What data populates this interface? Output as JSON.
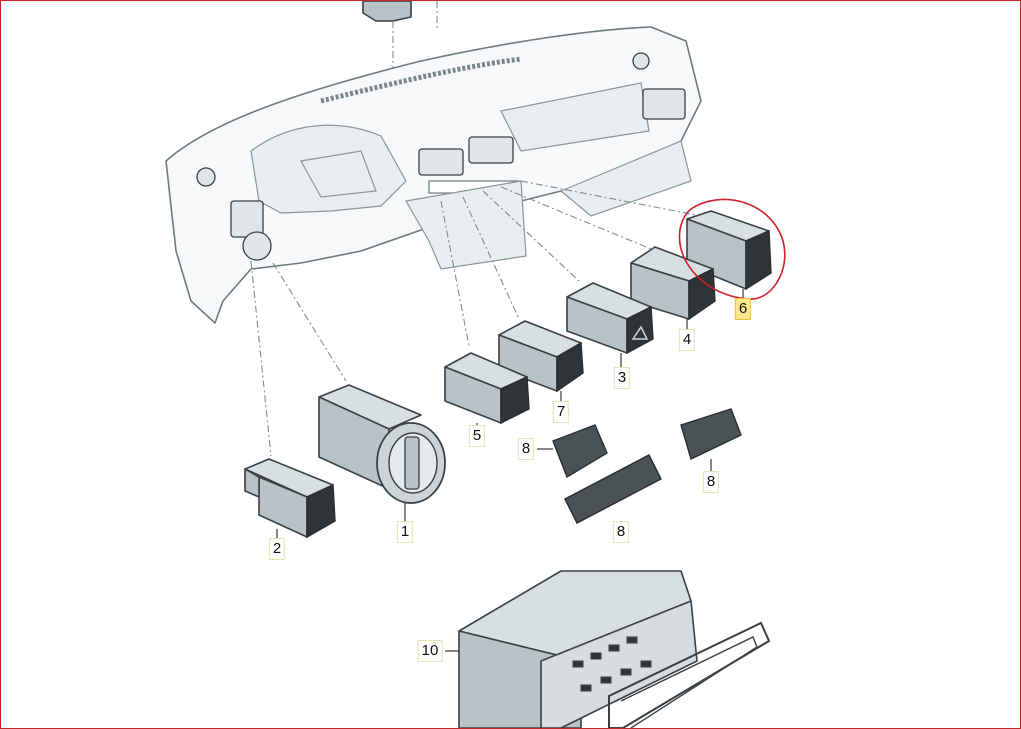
{
  "diagram": {
    "highlight_color": "#d0202a",
    "callout_highlight_color": "#ffe78a",
    "callouts": [
      {
        "id": "1",
        "label": "1"
      },
      {
        "id": "2",
        "label": "2"
      },
      {
        "id": "3",
        "label": "3"
      },
      {
        "id": "4",
        "label": "4"
      },
      {
        "id": "5",
        "label": "5"
      },
      {
        "id": "6",
        "label": "6",
        "highlighted": true
      },
      {
        "id": "7",
        "label": "7"
      },
      {
        "id": "8a",
        "label": "8"
      },
      {
        "id": "8b",
        "label": "8"
      },
      {
        "id": "8c",
        "label": "8"
      },
      {
        "id": "10",
        "label": "10"
      }
    ],
    "parts": [
      {
        "name": "dashboard-panel"
      },
      {
        "name": "headlight-switch"
      },
      {
        "name": "small-switch-module"
      },
      {
        "name": "hazard-switch"
      },
      {
        "name": "heated-rear-window-switch"
      },
      {
        "name": "seat-heater-switch-highlighted"
      },
      {
        "name": "switch-5"
      },
      {
        "name": "switch-7"
      },
      {
        "name": "blank-cover"
      },
      {
        "name": "climate-control-unit"
      },
      {
        "name": "trim-frame"
      }
    ]
  }
}
